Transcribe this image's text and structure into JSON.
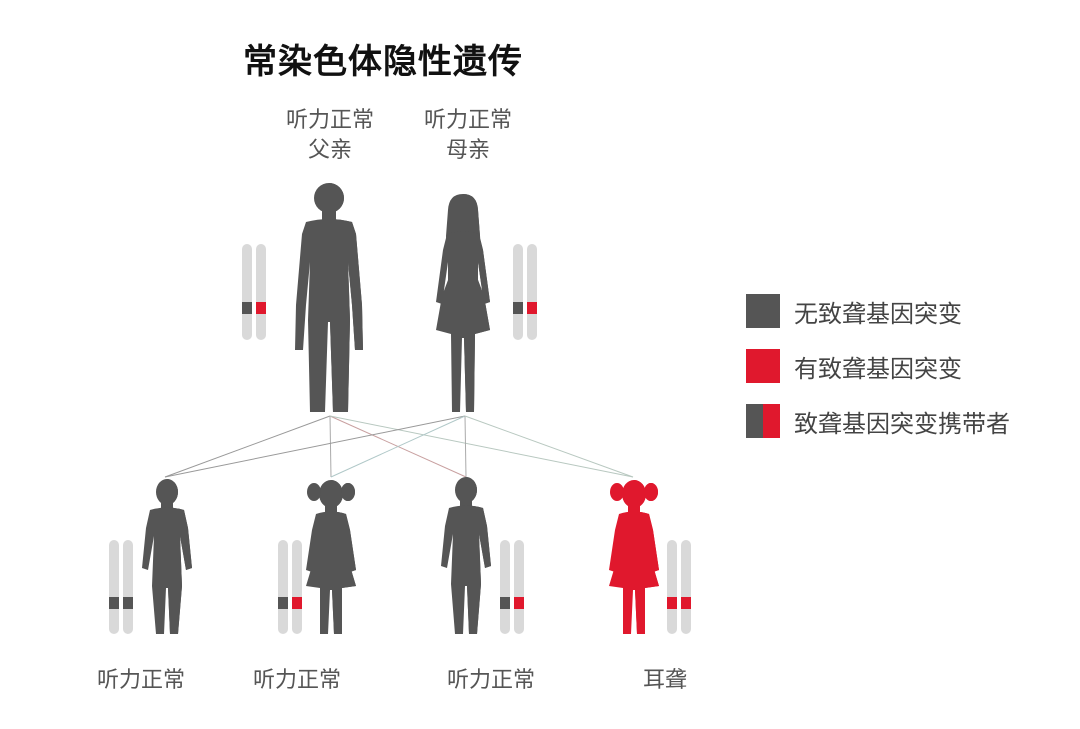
{
  "title": "常染色体隐性遗传",
  "colors": {
    "normal": "#555555",
    "mutant": "#e0182d",
    "chrom": "#d9d9d9"
  },
  "parents": [
    {
      "line1": "听力正常",
      "line2": "父亲",
      "figure": "man",
      "genotype": [
        "normal",
        "mutant"
      ]
    },
    {
      "line1": "听力正常",
      "line2": "母亲",
      "figure": "woman",
      "genotype": [
        "normal",
        "mutant"
      ]
    }
  ],
  "children": [
    {
      "label": "听力正常",
      "figure": "boy",
      "genotype": [
        "normal",
        "normal"
      ]
    },
    {
      "label": "听力正常",
      "figure": "girl",
      "genotype": [
        "normal",
        "mutant"
      ]
    },
    {
      "label": "听力正常",
      "figure": "boy",
      "genotype": [
        "normal",
        "mutant"
      ]
    },
    {
      "label": "耳聋",
      "figure": "girl",
      "genotype": [
        "mutant",
        "mutant"
      ]
    }
  ],
  "legend": [
    {
      "label": "无致聋基因突变",
      "type": "normal"
    },
    {
      "label": "有致聋基因突变",
      "type": "mutant"
    },
    {
      "label": "致聋基因突变携带者",
      "type": "carrier"
    }
  ]
}
